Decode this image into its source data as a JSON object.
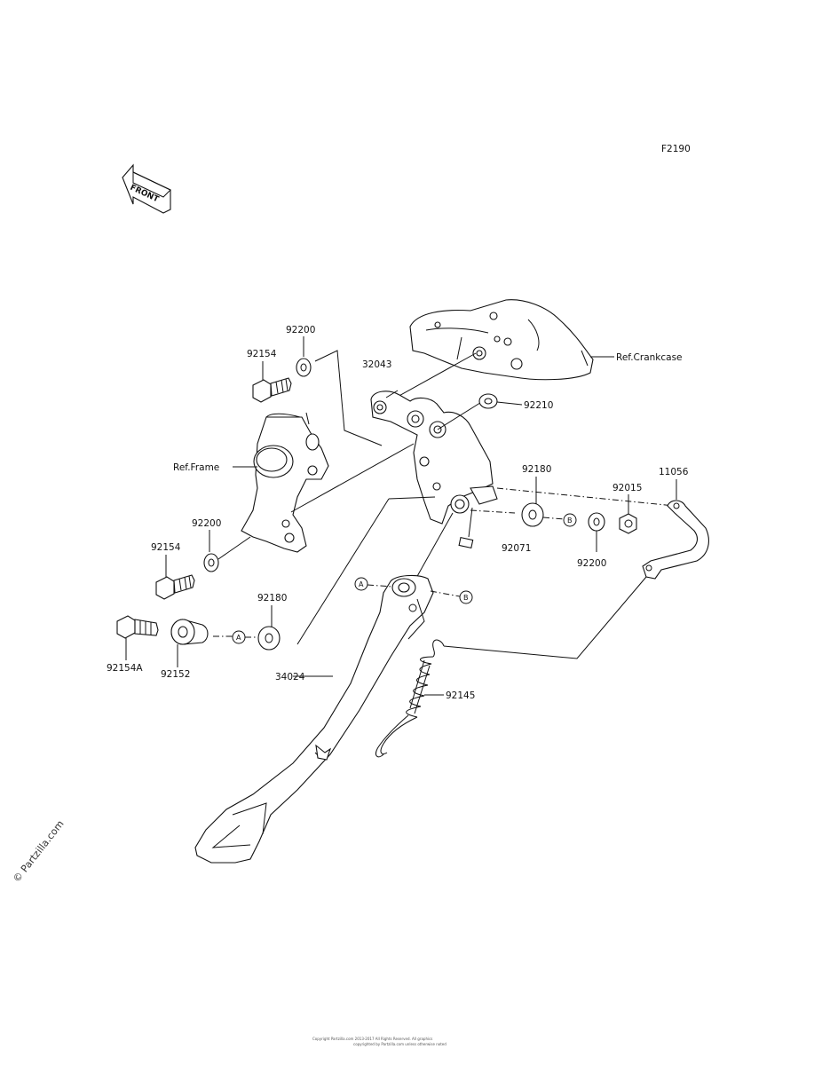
{
  "diagram": {
    "code": "F2190",
    "front_label": "FRONT",
    "watermark": "© Partzilla.com",
    "copyright_lines": [
      "Copyright Partzilla.com 2013-2017 All Rights Reserved. All graphics",
      "copyrighted by Partzilla.com unless otherwise noted"
    ],
    "callouts": {
      "a": "A",
      "b": "B"
    },
    "parts": {
      "p92200_top": "92200",
      "p92154_top": "92154",
      "p32043": "32043",
      "ref_crankcase": "Ref.Crankcase",
      "p92210": "92210",
      "ref_frame": "Ref.Frame",
      "p92180_right": "92180",
      "p11056": "11056",
      "p92015": "92015",
      "p92071": "92071",
      "p92200_right": "92200",
      "p92200_left": "92200",
      "p92154_mid": "92154",
      "p92180_left": "92180",
      "p92154a": "92154A",
      "p92152": "92152",
      "p34024": "34024",
      "p92145": "92145"
    }
  }
}
